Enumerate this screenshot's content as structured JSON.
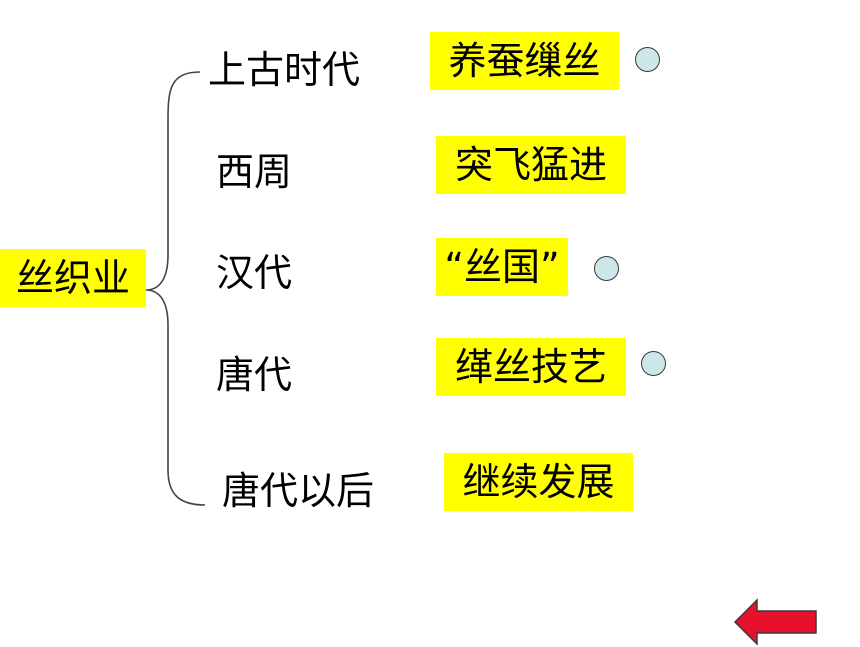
{
  "root": {
    "label": "丝织业"
  },
  "branches": [
    {
      "era": "上古时代",
      "description": "养蚕缫丝",
      "has_dot": true
    },
    {
      "era": "西周",
      "description": "突飞猛进",
      "has_dot": false
    },
    {
      "era": "汉代",
      "description": "“丝国”",
      "has_dot": true
    },
    {
      "era": "唐代",
      "description": "缂丝技艺",
      "has_dot": true
    },
    {
      "era": "唐代以后",
      "description": "继续发展",
      "has_dot": false
    }
  ],
  "colors": {
    "highlight": "#ffff00",
    "dot_fill": "#cde6ea",
    "arrow_fill": "#e8112d"
  },
  "navigation": {
    "back_icon": "left-arrow-icon"
  }
}
